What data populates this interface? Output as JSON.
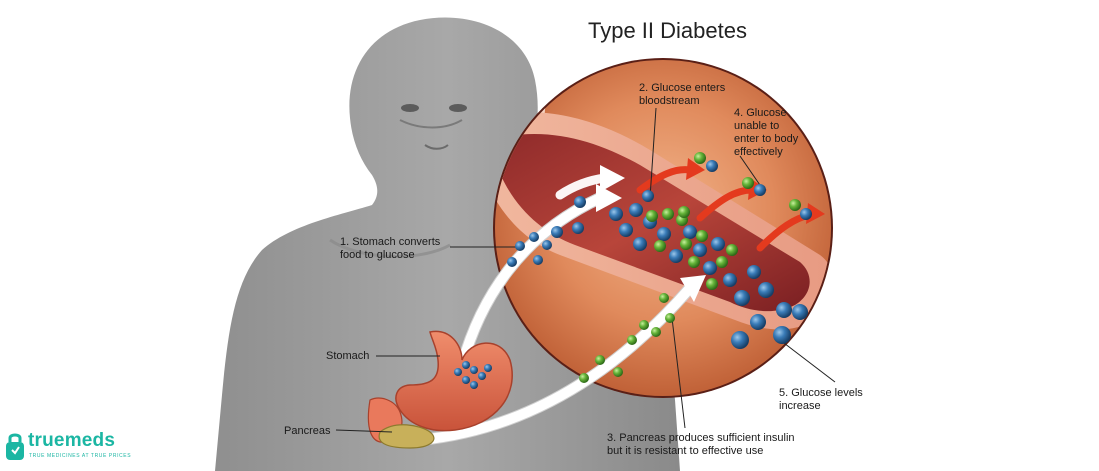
{
  "title": "Type II Diabetes",
  "labels": {
    "step1": [
      "1. Stomach converts",
      "food to glucose"
    ],
    "step2": [
      "2. Glucose enters",
      "bloodstream"
    ],
    "step3": [
      "3. Pancreas produces sufficient insulin",
      "but it is resistant to effective use"
    ],
    "step4": [
      "4. Glucose",
      "unable to",
      "enter to body",
      "effectively"
    ],
    "step5": [
      "5. Glucose levels",
      "increase"
    ],
    "stomach": "Stomach",
    "pancreas": "Pancreas"
  },
  "brand": {
    "name": "truemeds",
    "tagline": "TRUE MEDICINES AT TRUE PRICES"
  },
  "colors": {
    "body_silhouette": "#9a9a9a",
    "magnifier_bg": "#d9774a",
    "vessel": "#a63a33",
    "glucose_blue": "#2f6fa6",
    "insulin_green": "#5fae3a",
    "arrow_red": "#e43a1e",
    "stomach": "#e9795c",
    "brand": "#1bb6a3"
  }
}
